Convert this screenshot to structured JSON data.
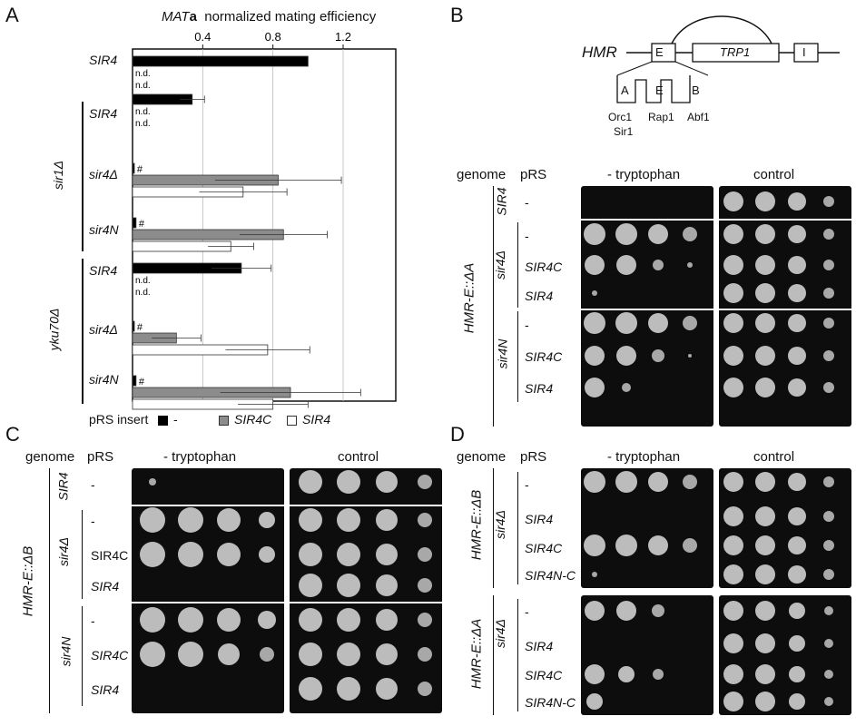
{
  "panelA": {
    "letter": "A",
    "title_prefix": "MAT",
    "title_bold": "a",
    "title_suffix": "  normalized mating efficiency",
    "ticks": [
      "0.4",
      "0.8",
      "1.2"
    ],
    "legend": {
      "label": "pRS insert",
      "items": [
        "-",
        "SIR4C",
        "SIR4"
      ]
    },
    "groups": [
      {
        "name": "sir1Δ"
      },
      {
        "name": "yku70Δ"
      }
    ],
    "nd_label": "n.d.",
    "hash_label": "#",
    "colors": {
      "black": "#000000",
      "gray": "#8c8c8c",
      "white": "#ffffff"
    },
    "chart_data": {
      "type": "bar",
      "orientation": "horizontal",
      "xlim": [
        0,
        1.5
      ],
      "xticks": [
        0.4,
        0.8,
        1.2
      ],
      "categories": [
        "SIR4",
        "SIR4",
        "sir4Δ",
        "sir4N",
        "SIR4",
        "sir4Δ",
        "sir4N"
      ],
      "series": [
        {
          "name": "-",
          "color": "#000000",
          "values": [
            1.0,
            0.34,
            0.01,
            0.02,
            0.62,
            0.01,
            0.02
          ],
          "errors": [
            0,
            0.07,
            0,
            0,
            0.17,
            0,
            0
          ]
        },
        {
          "name": "SIR4C",
          "color": "#8c8c8c",
          "values": [
            null,
            null,
            0.83,
            0.86,
            null,
            0.25,
            0.9
          ],
          "errors": [
            null,
            null,
            0.36,
            0.25,
            null,
            0.14,
            0.4
          ]
        },
        {
          "name": "SIR4",
          "color": "#ffffff",
          "values": [
            null,
            null,
            0.63,
            0.56,
            null,
            0.77,
            0.8
          ],
          "errors": [
            null,
            null,
            0.25,
            0.13,
            null,
            0.24,
            0.2
          ]
        }
      ]
    }
  },
  "panelB": {
    "letter": "B",
    "locus": "HMR",
    "silencer_e": "E",
    "gene": "TRP1",
    "silencer_i": "I",
    "sites": [
      "A",
      "E",
      "B"
    ],
    "proteins_top": [
      "Orc1",
      "Rap1",
      "Abf1"
    ],
    "proteins_bottom": [
      "Sir1"
    ],
    "col_headers": {
      "genome": "genome",
      "pRS": "pRS",
      "minus_trp": "- tryptophan",
      "control": "control"
    },
    "strain": "HMR-E::ΔA",
    "genomes": [
      "SIR4",
      "sir4Δ",
      "sir4N"
    ],
    "rows": [
      "-",
      "-",
      "SIR4C",
      "SIR4",
      "-",
      "SIR4C",
      "SIR4"
    ]
  },
  "panelC": {
    "letter": "C",
    "col_headers": {
      "genome": "genome",
      "pRS": "pRS",
      "minus_trp": "- tryptophan",
      "control": "control"
    },
    "strain": "HMR-E::ΔB",
    "genomes": [
      "SIR4",
      "sir4Δ",
      "sir4N"
    ],
    "rows": [
      "-",
      "-",
      "SIR4C",
      "SIR4",
      "-",
      "SIR4C",
      "SIR4"
    ]
  },
  "panelD": {
    "letter": "D",
    "col_headers": {
      "genome": "genome",
      "pRS": "pRS",
      "minus_trp": "- tryptophan",
      "control": "control"
    },
    "strain_top": "HMR-E::ΔB",
    "strain_bottom": "HMR-E::ΔA",
    "genome_top": "sir4Δ",
    "genome_bottom": "sir4Δ",
    "rows_top": [
      "-",
      "SIR4",
      "SIR4C",
      "SIR4N-C"
    ],
    "rows_bottom": [
      "-",
      "SIR4",
      "SIR4C",
      "SIR4N-C"
    ]
  }
}
